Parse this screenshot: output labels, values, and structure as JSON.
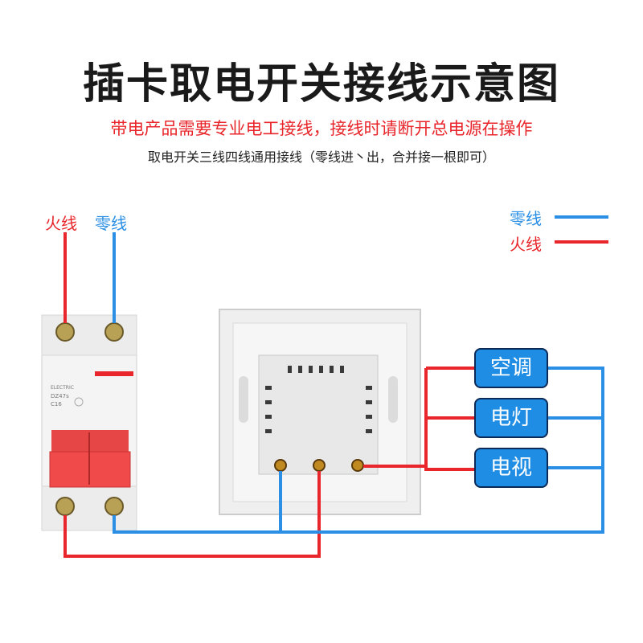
{
  "title": "插卡取电开关接线示意图",
  "warning": "带电产品需要专业电工接线，接线时请断开总电源在操作",
  "subtitle": "取电开关三线四线通用接线（零线进丶出，合并接一根即可）",
  "breaker": {
    "live_label": "火线",
    "neutral_label": "零线",
    "brand": "ELECTRIC",
    "model": "DZ47s",
    "rating": "C16"
  },
  "legend": {
    "neutral": "零线",
    "live": "火线"
  },
  "loads": [
    "空调",
    "电灯",
    "电视"
  ],
  "colors": {
    "live": "#e8262b",
    "neutral": "#2a8fe5",
    "load_box": "#1f8de4",
    "load_border": "#0c2a57"
  }
}
